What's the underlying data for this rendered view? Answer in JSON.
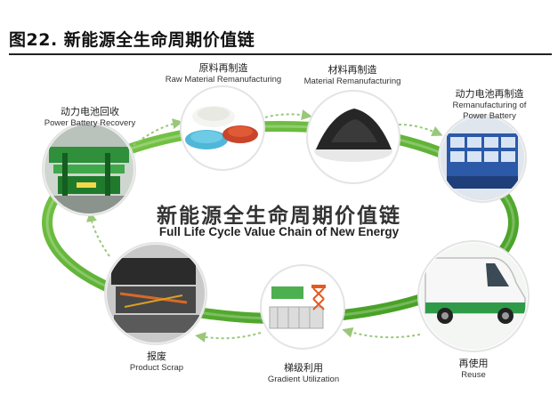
{
  "figure_title": "图22. 新能源全生命周期价值链",
  "center": {
    "title_cn": "新能源全生命周期价值链",
    "title_en": "Full Life Cycle Value Chain of New Energy"
  },
  "stages": [
    {
      "id": "power-battery-recovery",
      "cn": "动力电池回收",
      "en": "Power Battery Recovery"
    },
    {
      "id": "raw-material-remanufacturing",
      "cn": "原料再制造",
      "en": "Raw Material Remanufacturing"
    },
    {
      "id": "material-remanufacturing",
      "cn": "材料再制造",
      "en": "Material Remanufacturing"
    },
    {
      "id": "power-battery-remanufacturing",
      "cn": "动力电池再制造",
      "en_line1": "Remanufacturing of",
      "en_line2": "Power Battery"
    },
    {
      "id": "reuse",
      "cn": "再使用",
      "en": "Reuse"
    },
    {
      "id": "gradient-utilization",
      "cn": "梯级利用",
      "en": "Gradient Utilization"
    },
    {
      "id": "product-scrap",
      "cn": "报废",
      "en": "Product Scrap"
    }
  ],
  "colors": {
    "ring": "#5cb531",
    "ring_dark": "#3f8f1f",
    "circle_border": "#e4e4e4"
  }
}
